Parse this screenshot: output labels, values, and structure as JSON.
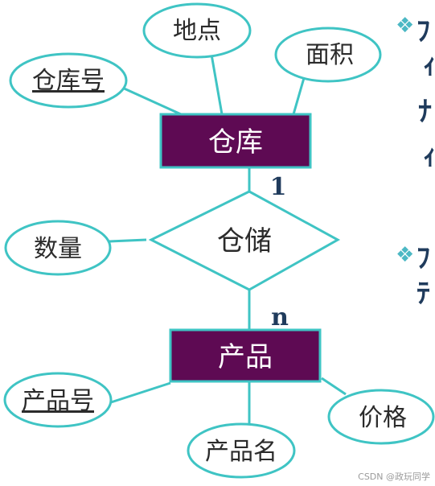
{
  "entities": {
    "warehouse": "仓库",
    "product": "产品"
  },
  "relationship": "仓储",
  "attributes": {
    "warehouse_id": "仓库号",
    "location": "地点",
    "area": "面积",
    "quantity": "数量",
    "product_id": "产品号",
    "product_name": "产品名",
    "price": "价格"
  },
  "cardinality": {
    "warehouse_side": "1",
    "product_side": "n"
  },
  "watermark": "CSDN @政玩同学",
  "colors": {
    "entity_fill": "#5e0a53",
    "outline": "#3fc4c4",
    "text_dark": "#1f3b5c"
  }
}
